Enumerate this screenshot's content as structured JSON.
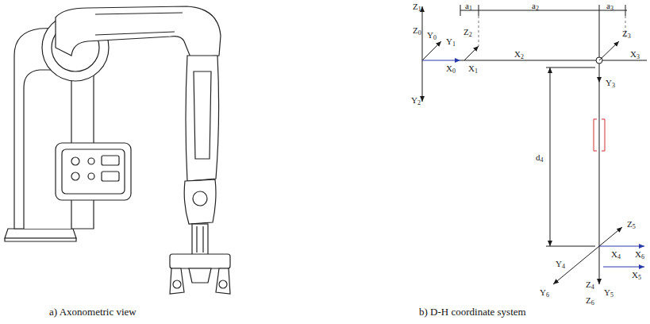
{
  "diagram": {
    "labels": [
      "Z1",
      "Z0",
      "Y0",
      "Y1",
      "a1",
      "a2",
      "a3",
      "Z2",
      "Z3",
      "X0",
      "X1",
      "X2",
      "X3",
      "Y2",
      "Y3",
      "d4",
      "Z5",
      "X4",
      "X6",
      "Y4",
      "X5",
      "Y6",
      "Z4",
      "Y5",
      "Z6",
      "a) Axonometric view",
      "b) D-H coordinate system"
    ]
  }
}
